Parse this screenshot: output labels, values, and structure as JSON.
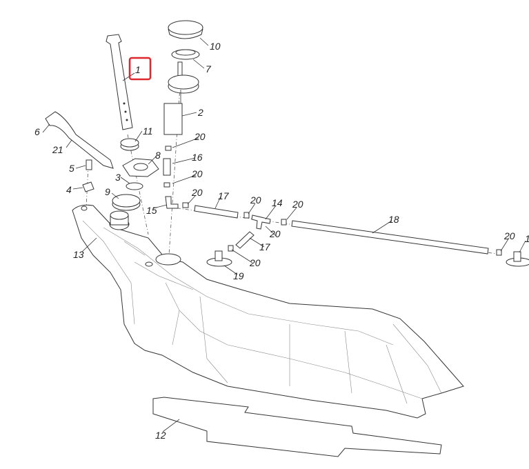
{
  "diagram": {
    "highlight_color": "#e0262b",
    "labels": [
      "1",
      "10",
      "7",
      "2",
      "11",
      "6",
      "21",
      "8",
      "20",
      "16",
      "5",
      "3",
      "20",
      "4",
      "9",
      "20",
      "17",
      "20",
      "14",
      "20",
      "15",
      "18",
      "20",
      "20",
      "1",
      "17",
      "13",
      "20",
      "19",
      "12"
    ]
  }
}
